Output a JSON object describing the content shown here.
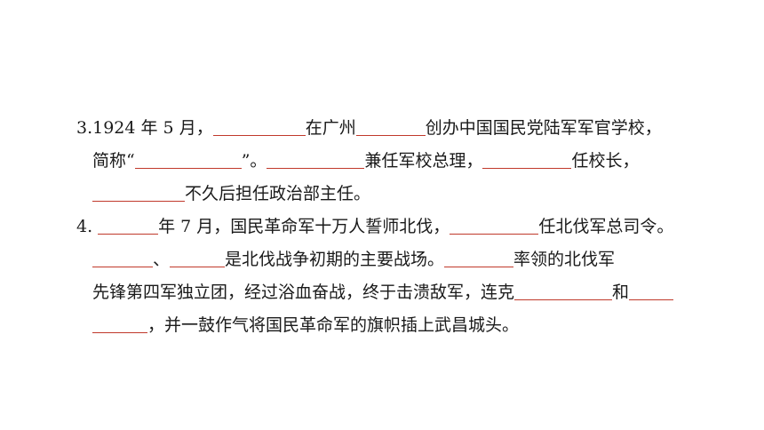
{
  "q3": {
    "line1": {
      "prefix": "3.1924 年 5 月，",
      "mid1": "在广州",
      "mid2": "创办中国国民党陆军军官学校，"
    },
    "line2": {
      "prefix": "简称“",
      "mid1": "”。",
      "mid2": "兼任军校总理，",
      "mid3": "任校长，"
    },
    "line3": {
      "suffix": "不久后担任政治部主任。"
    }
  },
  "q4": {
    "line1": {
      "prefix": "4.",
      "mid1": "年 7 月，国民革命军十万人誓师北伐，",
      "mid2": "任北伐军总司令。"
    },
    "line2": {
      "mid1": "、",
      "mid2": "是北伐战争初期的主要战场。",
      "mid3": "率领的北伐军"
    },
    "line3": {
      "text": "先锋第四军独立团，经过浴血奋战，终于击溃敌军，连克",
      "mid1": "和"
    },
    "line4": {
      "suffix": "，并一鼓作气将国民革命军的旗帜插上武昌城头。"
    }
  },
  "colors": {
    "text": "#1a1a1a",
    "blank_underline": "#c0392b"
  }
}
